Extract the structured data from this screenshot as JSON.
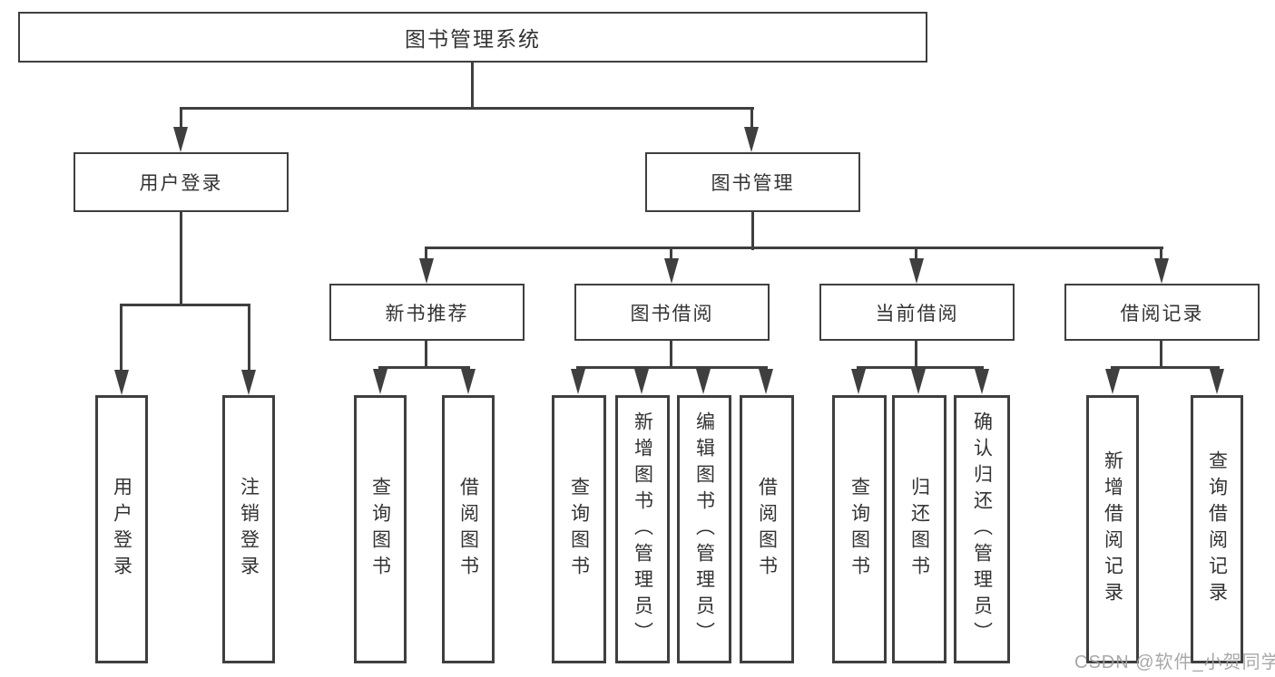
{
  "tree": {
    "root": "图书管理系统",
    "l2": [
      {
        "label": "用户登录",
        "children": [
          "用户登录",
          "注销登录"
        ]
      },
      {
        "label": "图书管理",
        "children": [
          {
            "label": "新书推荐",
            "children": [
              "查询图书",
              "借阅图书"
            ]
          },
          {
            "label": "图书借阅",
            "children": [
              "查询图书",
              "新增图书（管理员）",
              "编辑图书（管理员）",
              "借阅图书"
            ]
          },
          {
            "label": "当前借阅",
            "children": [
              "查询图书",
              "归还图书",
              "确认归还（管理员）"
            ]
          },
          {
            "label": "借阅记录",
            "children": [
              "新增借阅记录",
              "查询借阅记录"
            ]
          }
        ]
      }
    ]
  },
  "watermark": "CSDN @软件_小贺同学",
  "colors": {
    "line": "#3f3f3f",
    "text": "#333333",
    "watermark": "#9e9e9e",
    "background": "#ffffff"
  }
}
